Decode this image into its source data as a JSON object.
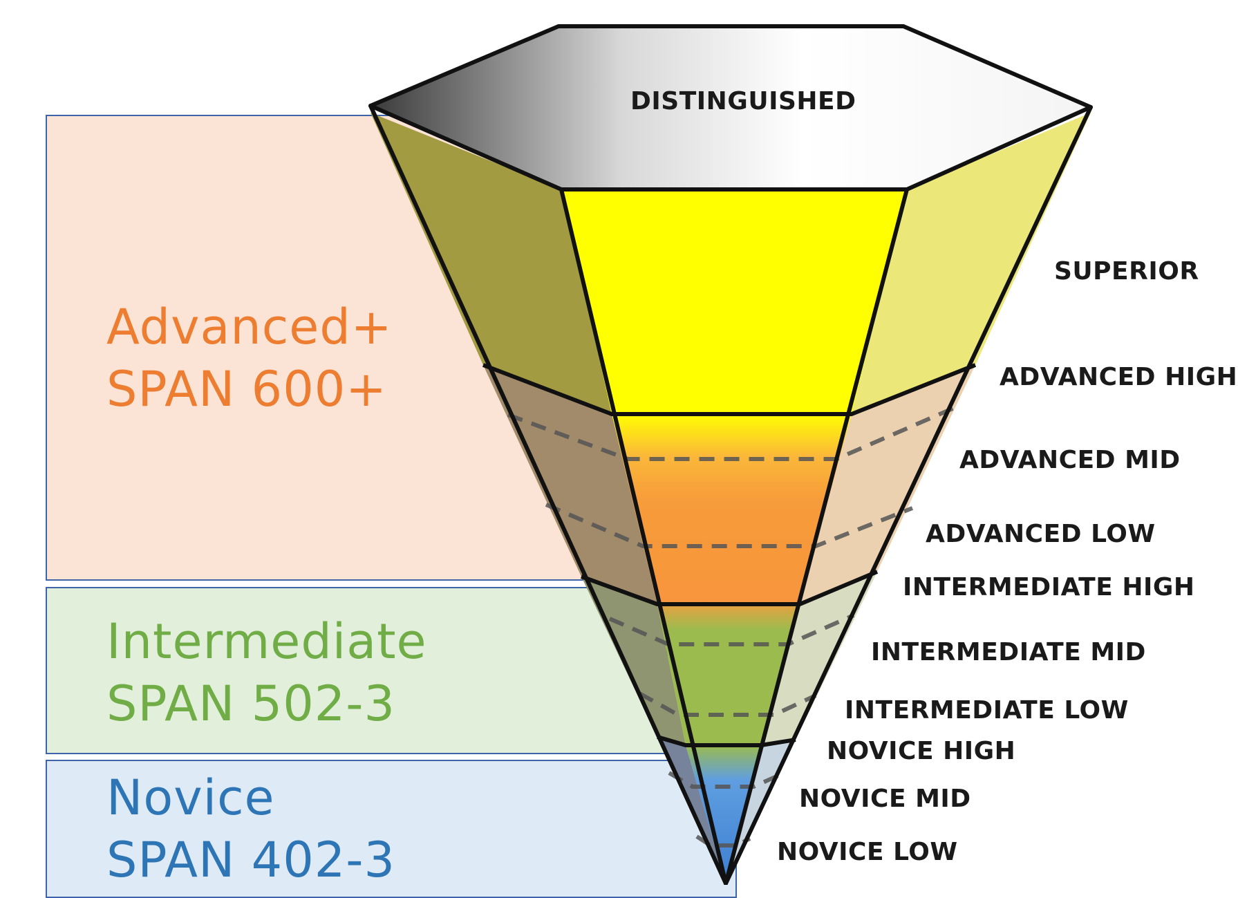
{
  "bands": [
    {
      "name": "Advanced+",
      "course": "SPAN 600+",
      "color": "#ed7d31",
      "background": "#fbe4d6"
    },
    {
      "name": "Intermediate",
      "course": "SPAN 502-3",
      "color": "#70ad47",
      "background": "#e2efda"
    },
    {
      "name": "Novice",
      "course": "SPAN 402-3",
      "color": "#2e75b6",
      "background": "#deeaf6"
    }
  ],
  "pyramid": {
    "top_label": "DISTINGUISHED",
    "levels": [
      "SUPERIOR",
      "ADVANCED HIGH",
      "ADVANCED MID",
      "ADVANCED LOW",
      "INTERMEDIATE HIGH",
      "INTERMEDIATE MID",
      "INTERMEDIATE LOW",
      "NOVICE HIGH",
      "NOVICE MID",
      "NOVICE LOW"
    ]
  }
}
